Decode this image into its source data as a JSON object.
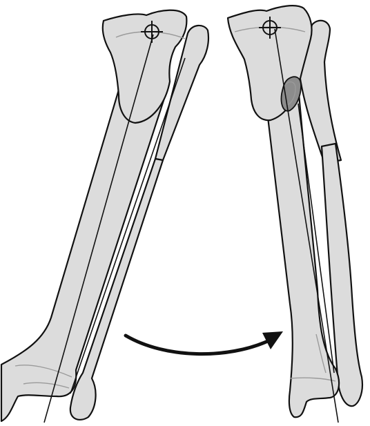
{
  "figure": {
    "panels": [
      {
        "state": "before"
      },
      {
        "state": "after"
      }
    ],
    "arrow": {
      "direction": "left-to-right"
    },
    "colors": {
      "bone_fill": "#dcdcdc",
      "outline": "#111111",
      "inner_contour": "#9a9a9a",
      "implant": "#8c8c8c",
      "background": "#ffffff"
    }
  }
}
